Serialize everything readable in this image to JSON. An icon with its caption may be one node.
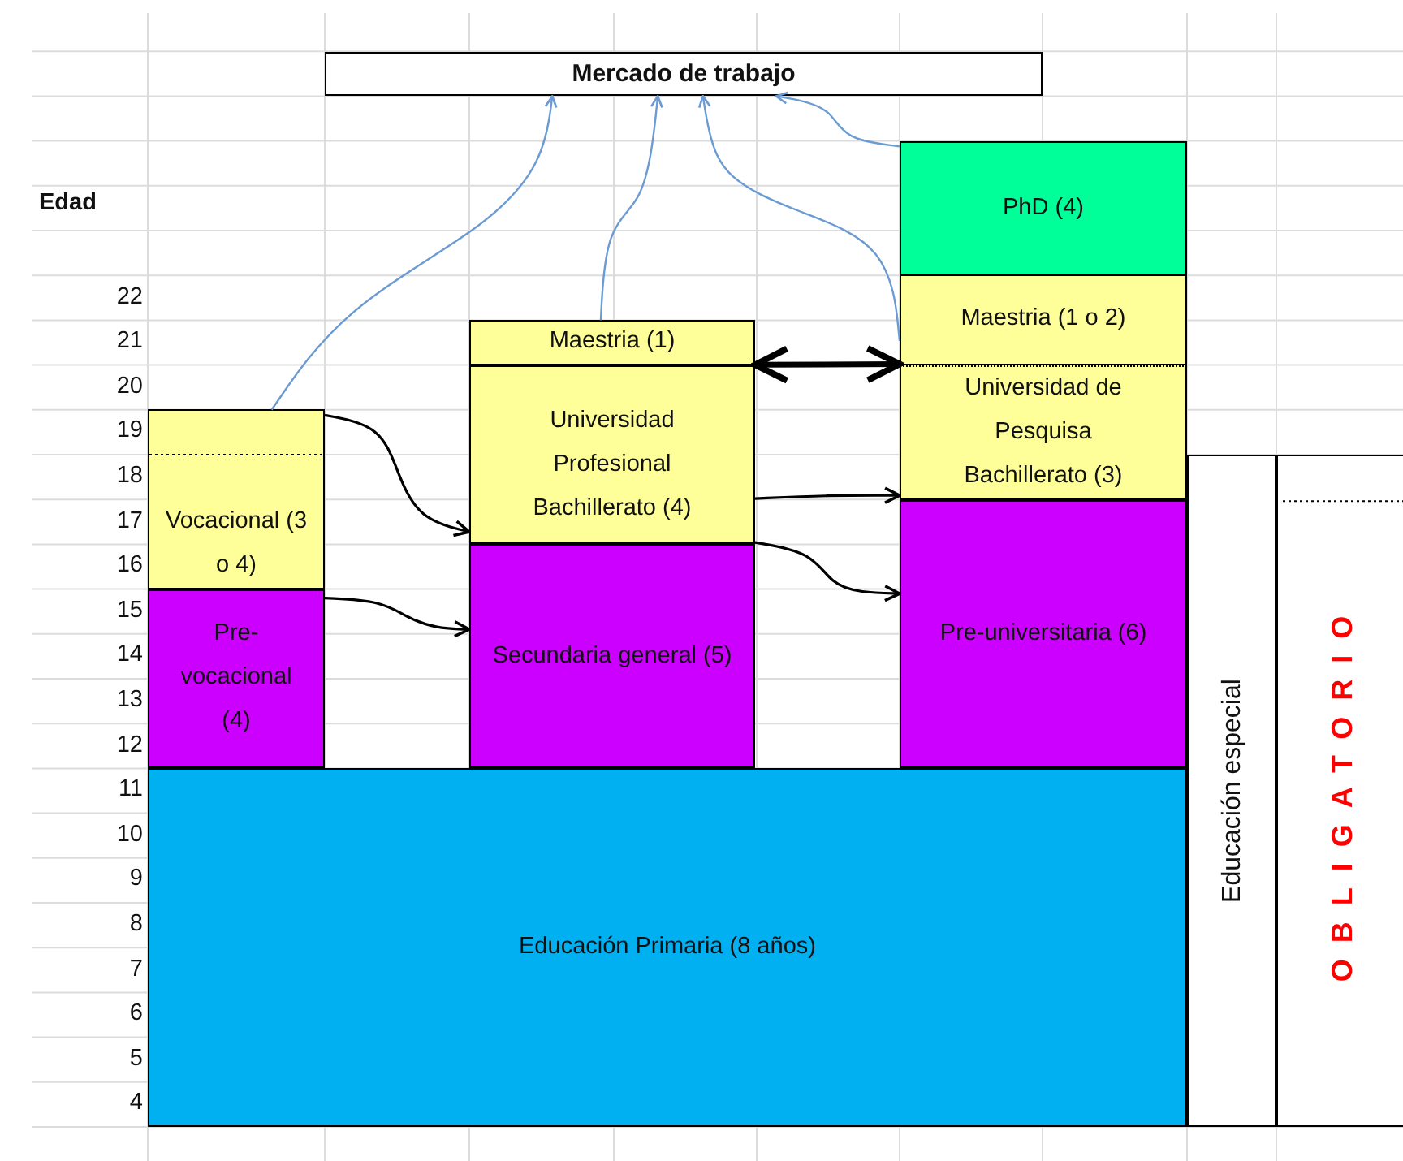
{
  "diagram": {
    "nodes": [
      {
        "text": [
          "Mercado de trabajo"
        ]
      },
      {
        "text": [
          "Vocacional (3 o 4)"
        ]
      },
      {
        "text": [
          "Pre-vocacional (4)"
        ]
      },
      {
        "text": [
          "Maestria (1)"
        ]
      },
      {
        "text": [
          "Universidad Profesional Bachillerato (4)"
        ]
      },
      {
        "text": [
          "Secundaria general (5)"
        ]
      },
      {
        "text": [
          "PhD (4)"
        ]
      },
      {
        "text": [
          "Maestria (1 o 2)"
        ]
      },
      {
        "text": [
          "Universidad de Pesquisa Bachillerato (3)"
        ]
      },
      {
        "text": [
          "Pre-universitaria (6)"
        ]
      },
      {
        "text": [
          "Educación Primaria (8 años)"
        ]
      },
      {
        "text": [
          "Educación especial"
        ]
      },
      {
        "text": [
          "OBLIGATORIO"
        ]
      }
    ],
    "edges": [
      {
        "from": 1,
        "to": 0,
        "arrow": "to",
        "color": "#6b9bd2"
      },
      {
        "from": 3,
        "to": 0,
        "arrow": "to",
        "color": "#6b9bd2"
      },
      {
        "from": 7,
        "to": 0,
        "arrow": "to",
        "color": "#6b9bd2"
      },
      {
        "from": 6,
        "to": 0,
        "arrow": "to",
        "color": "#6b9bd2"
      },
      {
        "from": 1,
        "to": 4,
        "arrow": "to"
      },
      {
        "from": 2,
        "to": 5,
        "arrow": "to"
      },
      {
        "from": 4,
        "to": 8,
        "arrow": "to"
      },
      {
        "from": 4,
        "to": 9,
        "arrow": "to"
      },
      {
        "from": 3,
        "to": 7,
        "arrow": "both",
        "style": "thick"
      }
    ],
    "labels": [
      "Edad",
      "22",
      "21",
      "20",
      "19",
      "18",
      "17",
      "16",
      "15",
      "14",
      "13",
      "12",
      "11",
      "10",
      "9",
      "8",
      "7",
      "6",
      "5",
      "4"
    ]
  }
}
